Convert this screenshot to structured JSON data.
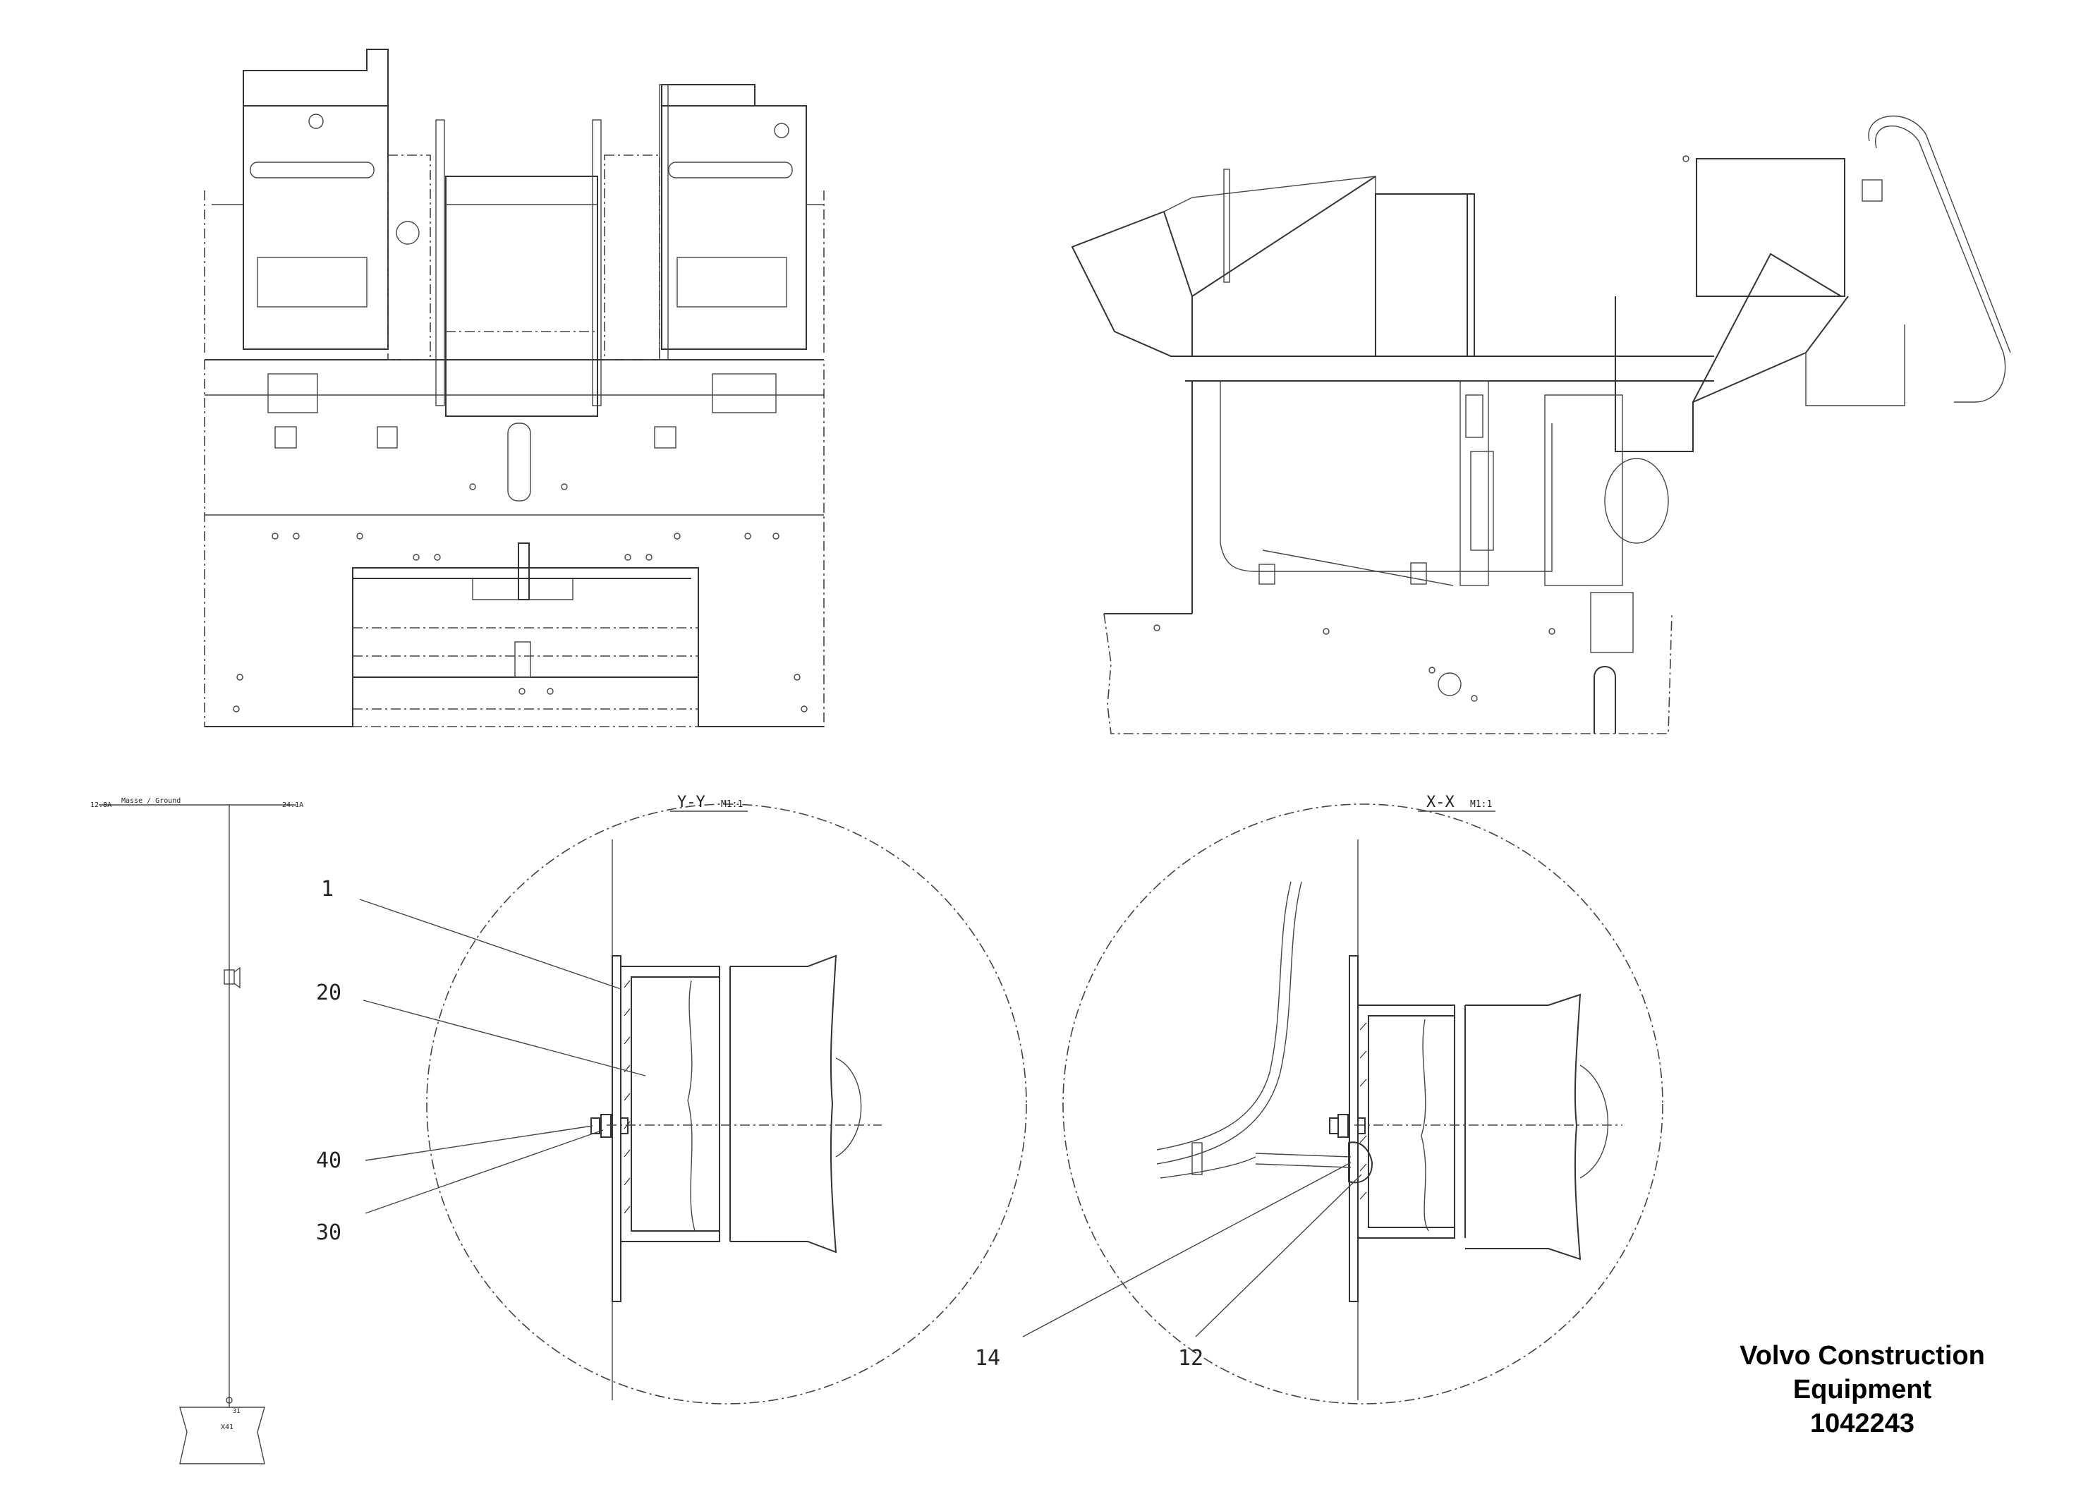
{
  "section_titles": {
    "yy": "Y-Y",
    "xx": "X-X"
  },
  "section_scale": {
    "yy": "M1:1",
    "xx": "M1:1"
  },
  "callouts": {
    "c1": "1",
    "c20": "20",
    "c40": "40",
    "c30": "30",
    "c14": "14",
    "c12": "12"
  },
  "wiring": {
    "left_ref": "12.8A",
    "label": "Masse / Ground",
    "right_ref": "24.1A",
    "connector": "X41",
    "pin": "31"
  },
  "brand": {
    "line1": "Volvo Construction",
    "line2": "Equipment",
    "part_number": "1042243"
  },
  "colors": {
    "line": "#333333",
    "background": "#ffffff",
    "text": "#000000"
  }
}
